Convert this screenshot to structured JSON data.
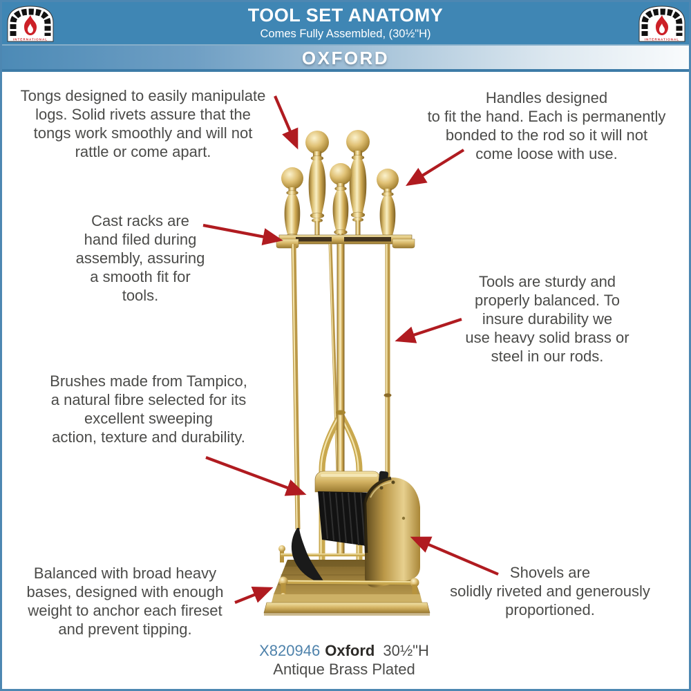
{
  "header": {
    "title": "TOOL SET ANATOMY",
    "subtitle": "Comes Fully Assembled, (30½\"H)",
    "model": "OXFORD"
  },
  "logo": {
    "text": "INTERNATIONAL"
  },
  "annotations": [
    {
      "id": "tongs",
      "text": "Tongs designed to easily manipulate logs. Solid rivets assure that the tongs work smoothly and will not rattle or come apart.",
      "lines": [
        "Tongs designed to easily manipulate",
        "logs. Solid rivets assure that the",
        "tongs work smoothly and will not",
        "rattle or come apart."
      ]
    },
    {
      "id": "handles",
      "text": "Handles designed to fit the hand. Each is permanently bonded to the rod so it will not come loose with use.",
      "lines": [
        "Handles designed",
        "to fit the hand. Each is permanently",
        "bonded to the rod so it will not",
        "come loose with use."
      ]
    },
    {
      "id": "cast-racks",
      "text": "Cast racks are hand filed during assembly, assuring a smooth fit for tools.",
      "lines": [
        "Cast racks are",
        "hand filed during",
        "assembly, assuring",
        "a smooth fit for",
        "tools."
      ]
    },
    {
      "id": "tools-sturdy",
      "text": "Tools are sturdy and properly balanced. To insure durability we use heavy solid brass or steel in our rods.",
      "lines": [
        "Tools are sturdy and",
        "properly balanced. To",
        "insure durability we",
        "use heavy solid brass or",
        "steel in our rods."
      ]
    },
    {
      "id": "brushes",
      "text": "Brushes made from Tampico, a natural fibre selected for its excellent sweeping action, texture and durability.",
      "lines": [
        "Brushes made from Tampico,",
        "a natural fibre selected for its",
        "excellent sweeping",
        "action, texture and durability."
      ]
    },
    {
      "id": "balanced",
      "text": "Balanced with broad heavy bases, designed with enough weight to anchor each fireset and prevent tipping.",
      "lines": [
        "Balanced with broad heavy",
        "bases, designed with enough",
        "weight to anchor each fireset",
        "and prevent tipping."
      ]
    },
    {
      "id": "shovels",
      "text": "Shovels are solidly riveted and generously proportioned.",
      "lines": [
        "Shovels are",
        "solidly riveted and generously",
        "proportioned."
      ]
    }
  ],
  "caption": {
    "sku": "X820946",
    "name": "Oxford",
    "height": "30½\"H",
    "finish": "Antique Brass Plated"
  },
  "colors": {
    "header_bg": "#3f86b4",
    "bar_gradient_start": "#4c8ab6",
    "bar_underline": "#3d7ba7",
    "frame_border": "#4d87b2",
    "arrow_red": "#b01b20",
    "note_text": "#4b4b49",
    "sku_blue": "#4e82ab",
    "brass_light": "#f3e3a8",
    "brass_mid": "#c9a84e",
    "brass_dark": "#8a6a28",
    "logo_red": "#cc2027"
  }
}
